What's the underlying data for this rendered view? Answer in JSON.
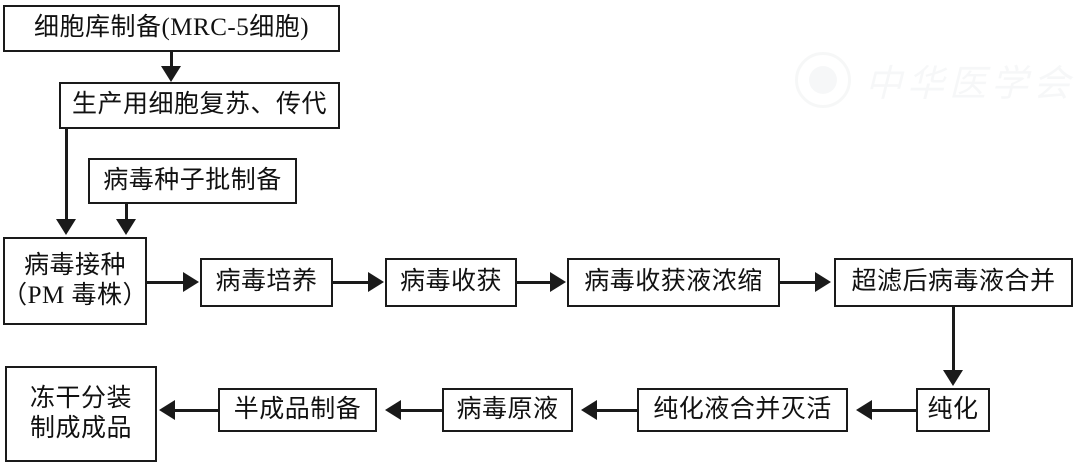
{
  "figure": {
    "type": "process-flowchart",
    "subject": "varicella vaccine manufacturing process",
    "watermark_text": "中华医学会",
    "watermark_icon": "circular-seal-icon",
    "colors": {
      "box_border": "#1a1a1a",
      "connector": "#1a1a1a",
      "background": "#ffffff",
      "text": "#111111",
      "watermark": "#eff1f2"
    }
  },
  "nodes": [
    {
      "id": "cell-bank-preparation",
      "line1": "细胞库制备(MRC-5细胞)",
      "line2": ""
    },
    {
      "id": "cell-revival-passage",
      "line1": "生产用细胞复苏、传代",
      "line2": ""
    },
    {
      "id": "virus-seed-lot-preparation",
      "line1": "病毒种子批制备",
      "line2": ""
    },
    {
      "id": "virus-inoculation",
      "line1": "病毒接种",
      "line2": "（PM 毒株）"
    },
    {
      "id": "virus-culture",
      "line1": "病毒培养",
      "line2": ""
    },
    {
      "id": "virus-harvest",
      "line1": "病毒收获",
      "line2": ""
    },
    {
      "id": "harvest-concentration",
      "line1": "病毒收获液浓缩",
      "line2": ""
    },
    {
      "id": "ultrafiltration-pooling",
      "line1": "超滤后病毒液合并",
      "line2": ""
    },
    {
      "id": "purification",
      "line1": "纯化",
      "line2": ""
    },
    {
      "id": "pool-inactivation",
      "line1": "纯化液合并灭活",
      "line2": ""
    },
    {
      "id": "bulk-virus-solution",
      "line1": "病毒原液",
      "line2": ""
    },
    {
      "id": "semi-finished-preparation",
      "line1": "半成品制备",
      "line2": ""
    },
    {
      "id": "lyophilization-filling",
      "line1": "冻干分装",
      "line2": "制成成品"
    }
  ],
  "edges": [
    {
      "from": "cell-bank-preparation",
      "to": "cell-revival-passage",
      "direction": "down"
    },
    {
      "from": "cell-revival-passage",
      "to": "virus-inoculation",
      "direction": "down"
    },
    {
      "from": "virus-seed-lot-preparation",
      "to": "virus-inoculation",
      "direction": "down"
    },
    {
      "from": "virus-inoculation",
      "to": "virus-culture",
      "direction": "right"
    },
    {
      "from": "virus-culture",
      "to": "virus-harvest",
      "direction": "right"
    },
    {
      "from": "virus-harvest",
      "to": "harvest-concentration",
      "direction": "right"
    },
    {
      "from": "harvest-concentration",
      "to": "ultrafiltration-pooling",
      "direction": "right"
    },
    {
      "from": "ultrafiltration-pooling",
      "to": "purification",
      "direction": "down"
    },
    {
      "from": "purification",
      "to": "pool-inactivation",
      "direction": "left"
    },
    {
      "from": "pool-inactivation",
      "to": "bulk-virus-solution",
      "direction": "left"
    },
    {
      "from": "bulk-virus-solution",
      "to": "semi-finished-preparation",
      "direction": "left"
    },
    {
      "from": "semi-finished-preparation",
      "to": "lyophilization-filling",
      "direction": "left"
    }
  ]
}
